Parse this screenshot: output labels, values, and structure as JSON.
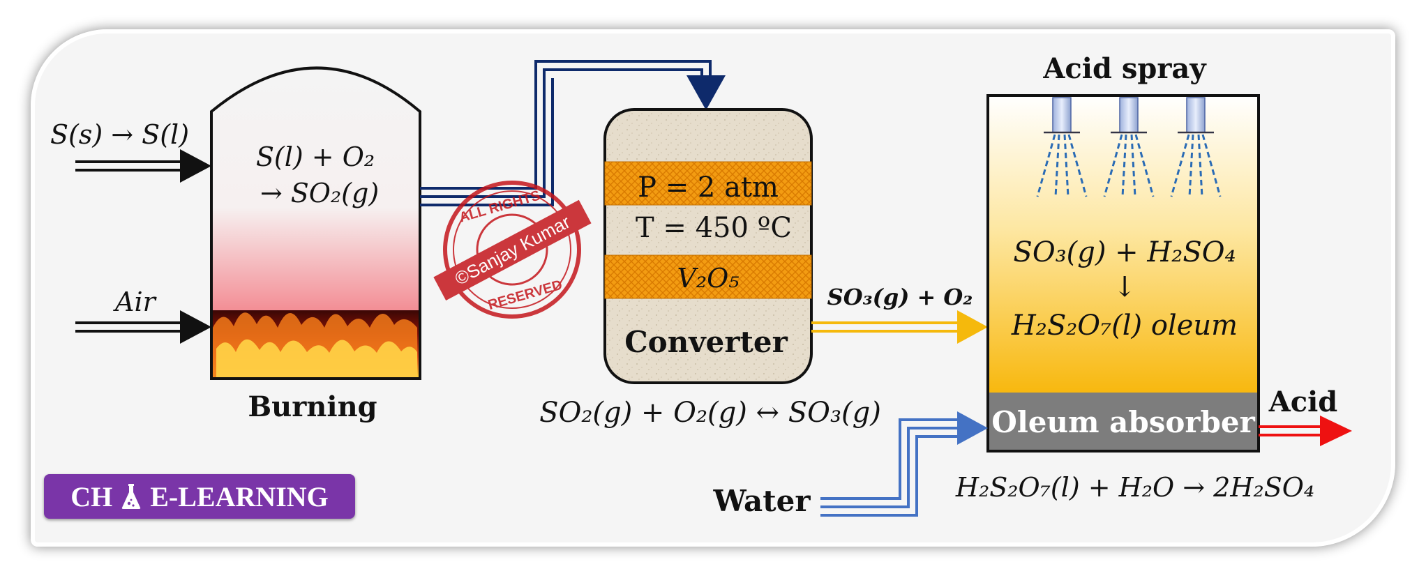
{
  "burner": {
    "feed_top": "S(s) → S(l)",
    "feed_bottom": "Air",
    "reaction_line1": "S(l) + O₂",
    "reaction_line2": "→ SO₂(g)",
    "label": "Burning"
  },
  "stamp": {
    "top": "ALL RIGHTS",
    "band": "©Sanjay Kumar",
    "bottom": "RESERVED"
  },
  "converter": {
    "pressure": "P = 2 atm",
    "temperature": "T = 450 ºC",
    "catalyst": "V₂O₅",
    "label": "Converter",
    "equation": "SO₂(g) + O₂(g) ↔ SO₃(g)"
  },
  "stream_so3": "SO₃(g) + O₂",
  "absorber": {
    "spray_label": "Acid spray",
    "reaction_line1": "SO₃(g) + H₂SO₄",
    "reaction_arrow": "↓",
    "reaction_line2": "H₂S₂O₇(l) oleum",
    "band_label": "Oleum absorber",
    "outlet": "Acid",
    "inlet": "Water",
    "equation": "H₂S₂O₇(l) + H₂O → 2H₂SO₄"
  },
  "logo": {
    "left": "CH",
    "right": "E-LEARNING",
    "flask_icon": "flask-icon"
  },
  "colors": {
    "navy_pipe": "#0e2a6b",
    "yellow_stream": "#f5b90c",
    "blue_water": "#4472c4",
    "acid_red": "#ee1111",
    "catalyst_orange": "#f39c12",
    "stamp_red": "#c4161c",
    "logo_purple": "#7a35a8"
  }
}
